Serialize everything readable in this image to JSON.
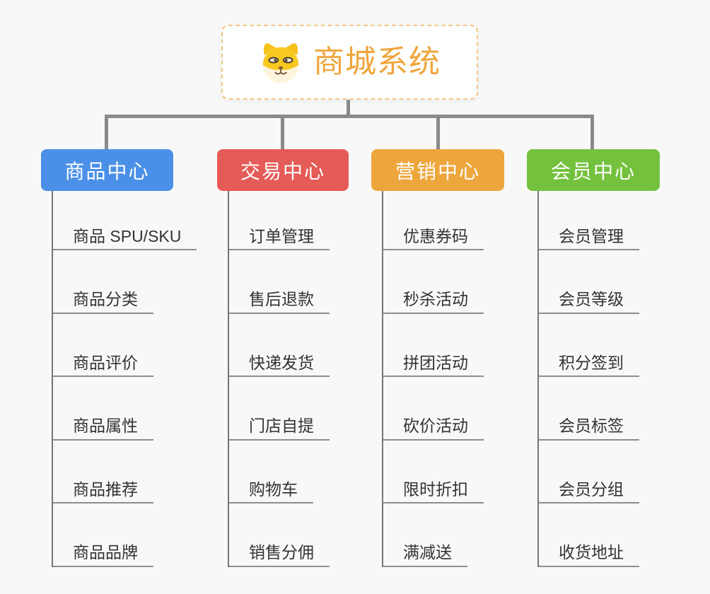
{
  "root": {
    "title": "商城系统",
    "icon": "dog-face-icon",
    "title_color": "#EFA63C",
    "border_color": "#F3C784"
  },
  "connector_color": "#8A8A8A",
  "branches": [
    {
      "label": "商品中心",
      "color": "#4A90E8",
      "items": [
        "商品 SPU/SKU",
        "商品分类",
        "商品评价",
        "商品属性",
        "商品推荐",
        "商品品牌"
      ]
    },
    {
      "label": "交易中心",
      "color": "#E55B57",
      "items": [
        "订单管理",
        "售后退款",
        "快递发货",
        "门店自提",
        "购物车",
        "销售分佣"
      ]
    },
    {
      "label": "营销中心",
      "color": "#EDA63C",
      "items": [
        "优惠券码",
        "秒杀活动",
        "拼团活动",
        "砍价活动",
        "限时折扣",
        "满减送"
      ]
    },
    {
      "label": "会员中心",
      "color": "#74C13E",
      "items": [
        "会员管理",
        "会员等级",
        "积分签到",
        "会员标签",
        "会员分组",
        "收货地址"
      ]
    }
  ]
}
